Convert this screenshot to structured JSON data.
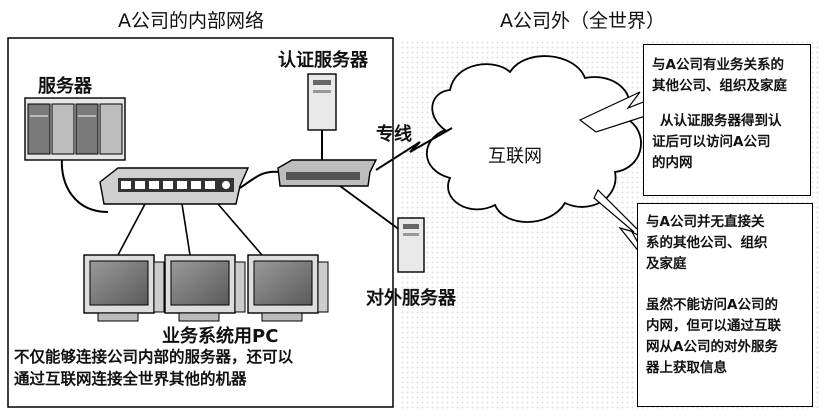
{
  "left_title": "A公司的内部网络",
  "right_title": "A公司外（全世界）",
  "server_label": "服务器",
  "auth_server_label": "认证服务器",
  "dedicated_line_label": "专线",
  "internet_label": "互联网",
  "external_server_label": "对外服务器",
  "business_pc_label": "业务系统用PC",
  "internal_caption": [
    "不仅能够连接公司内部的服务器，还可以",
    "通过互联网连接全世界其他的机器"
  ],
  "partner_box": {
    "title": [
      "与A公司有业务关系的",
      "其他公司、组织及家庭"
    ],
    "detail": [
      "从认证服务器得到认",
      "证后可以访问A公司",
      "的内网"
    ]
  },
  "unrelated_box": {
    "title": [
      "与A公司并无直接关",
      "系的其他公司、组织",
      "及家庭"
    ],
    "detail": [
      "虽然不能访问A公司的",
      "内网，但可以通过互联",
      "网从A公司的对外服务",
      "器上获取信息"
    ]
  }
}
